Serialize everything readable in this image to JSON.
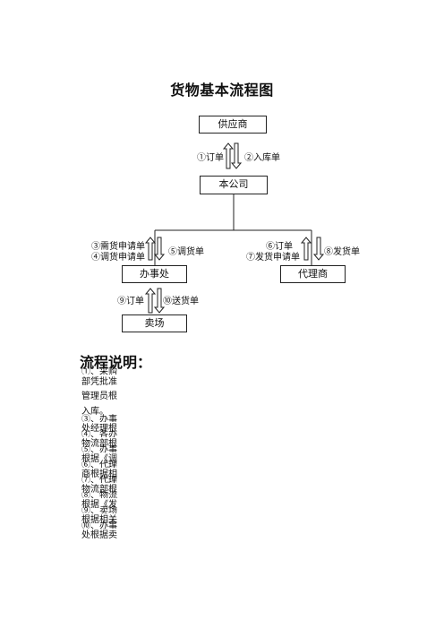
{
  "title": "货物基本流程图",
  "nodes": {
    "supplier": "供应商",
    "company": "本公司",
    "office": "办事处",
    "agent": "代理商",
    "store": "卖场"
  },
  "edges": {
    "order_1": "①订单",
    "warehouse_receipt_2": "②入库单",
    "demand_request_3": "③需货申请单",
    "transfer_request_4": "④调货申请单",
    "transfer_order_5": "⑤调货单",
    "order_6": "⑥订单",
    "shipment_request_7": "⑦发货申请单",
    "shipment_order_8": "⑧发货单",
    "order_9": "⑨订单",
    "delivery_order_10": "⑩送货单"
  },
  "notes": {
    "heading": "流程说明：",
    "lines": [
      "①、采购",
      "部凭批准",
      "管理员根",
      "入库。",
      "③、办事",
      "处经理根",
      "④、各办",
      "物流部根",
      "⑤、办事",
      "根据《调",
      "⑥、代理",
      "商根据相",
      "⑦、代理",
      "物流部根",
      "⑧、物流",
      "根据《发",
      "⑨、卖场",
      "根据相关",
      "⑩、办事",
      "处根据卖"
    ]
  }
}
